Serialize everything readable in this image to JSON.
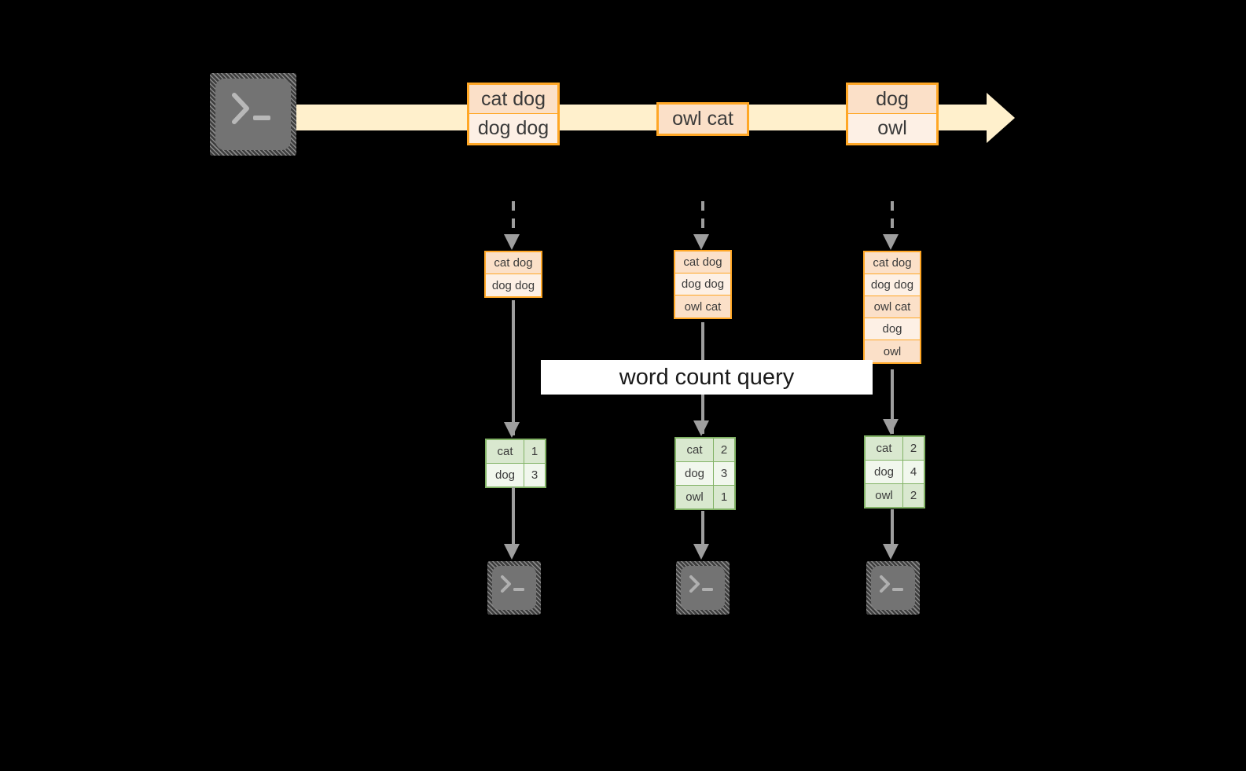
{
  "diagram": {
    "title_banner": "word count query",
    "source_icon": "terminal-icon",
    "sink_icon": "terminal-icon",
    "colors": {
      "stream_arrow": "#FFF0CC",
      "record_border": "#FFA726",
      "record_fill": "#FDF0E5",
      "record_fill_shade": "#FBE0C8",
      "result_border": "#82B366",
      "result_fill": "#F1F7ED",
      "result_fill_shade": "#D9E8CF",
      "connector": "#9E9E9E",
      "terminal_face": "#737373",
      "background": "#000000"
    }
  },
  "stream": {
    "groups": [
      {
        "name": "group-1",
        "rows": [
          "cat dog",
          "dog dog"
        ]
      },
      {
        "name": "group-2",
        "rows": [
          "owl cat"
        ]
      },
      {
        "name": "group-3",
        "rows": [
          "dog",
          "owl"
        ]
      }
    ]
  },
  "snapshots": [
    {
      "name": "snapshot-1",
      "rows": [
        "cat dog",
        "dog dog"
      ]
    },
    {
      "name": "snapshot-2",
      "rows": [
        "cat dog",
        "dog dog",
        "owl cat"
      ]
    },
    {
      "name": "snapshot-3",
      "rows": [
        "cat dog",
        "dog dog",
        "owl cat",
        "dog",
        "owl"
      ]
    }
  ],
  "results": [
    {
      "name": "result-1",
      "rows": [
        {
          "word": "cat",
          "count": "1"
        },
        {
          "word": "dog",
          "count": "3"
        }
      ]
    },
    {
      "name": "result-2",
      "rows": [
        {
          "word": "cat",
          "count": "2"
        },
        {
          "word": "dog",
          "count": "3"
        },
        {
          "word": "owl",
          "count": "1"
        }
      ]
    },
    {
      "name": "result-3",
      "rows": [
        {
          "word": "cat",
          "count": "2"
        },
        {
          "word": "dog",
          "count": "4"
        },
        {
          "word": "owl",
          "count": "2"
        }
      ]
    }
  ]
}
